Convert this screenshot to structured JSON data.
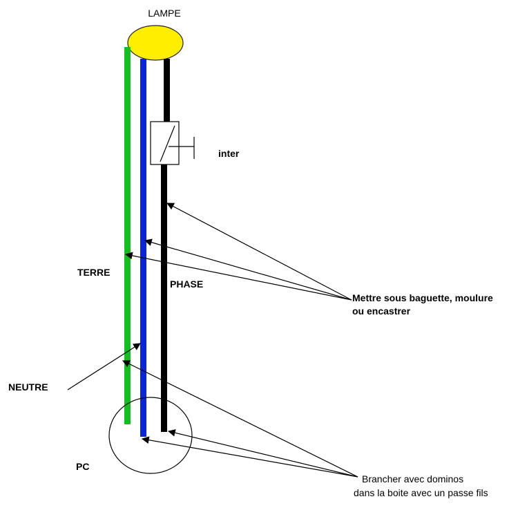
{
  "title": "LAMPE",
  "labels": {
    "switch": "inter",
    "earth": "TERRE",
    "phase": "PHASE",
    "neutral": "NEUTRE",
    "socket": "PC"
  },
  "notes": {
    "conduit": [
      "Mettre sous baguette, moulure",
      "ou encastrer"
    ],
    "connect": [
      "Brancher avec dominos",
      "dans la boite avec un passe fils"
    ]
  },
  "colors": {
    "lamp": "#ffee00",
    "earth_wire": "#13bf1f",
    "neutral_wire": "#0a24d8",
    "phase_wire": "#000000"
  }
}
